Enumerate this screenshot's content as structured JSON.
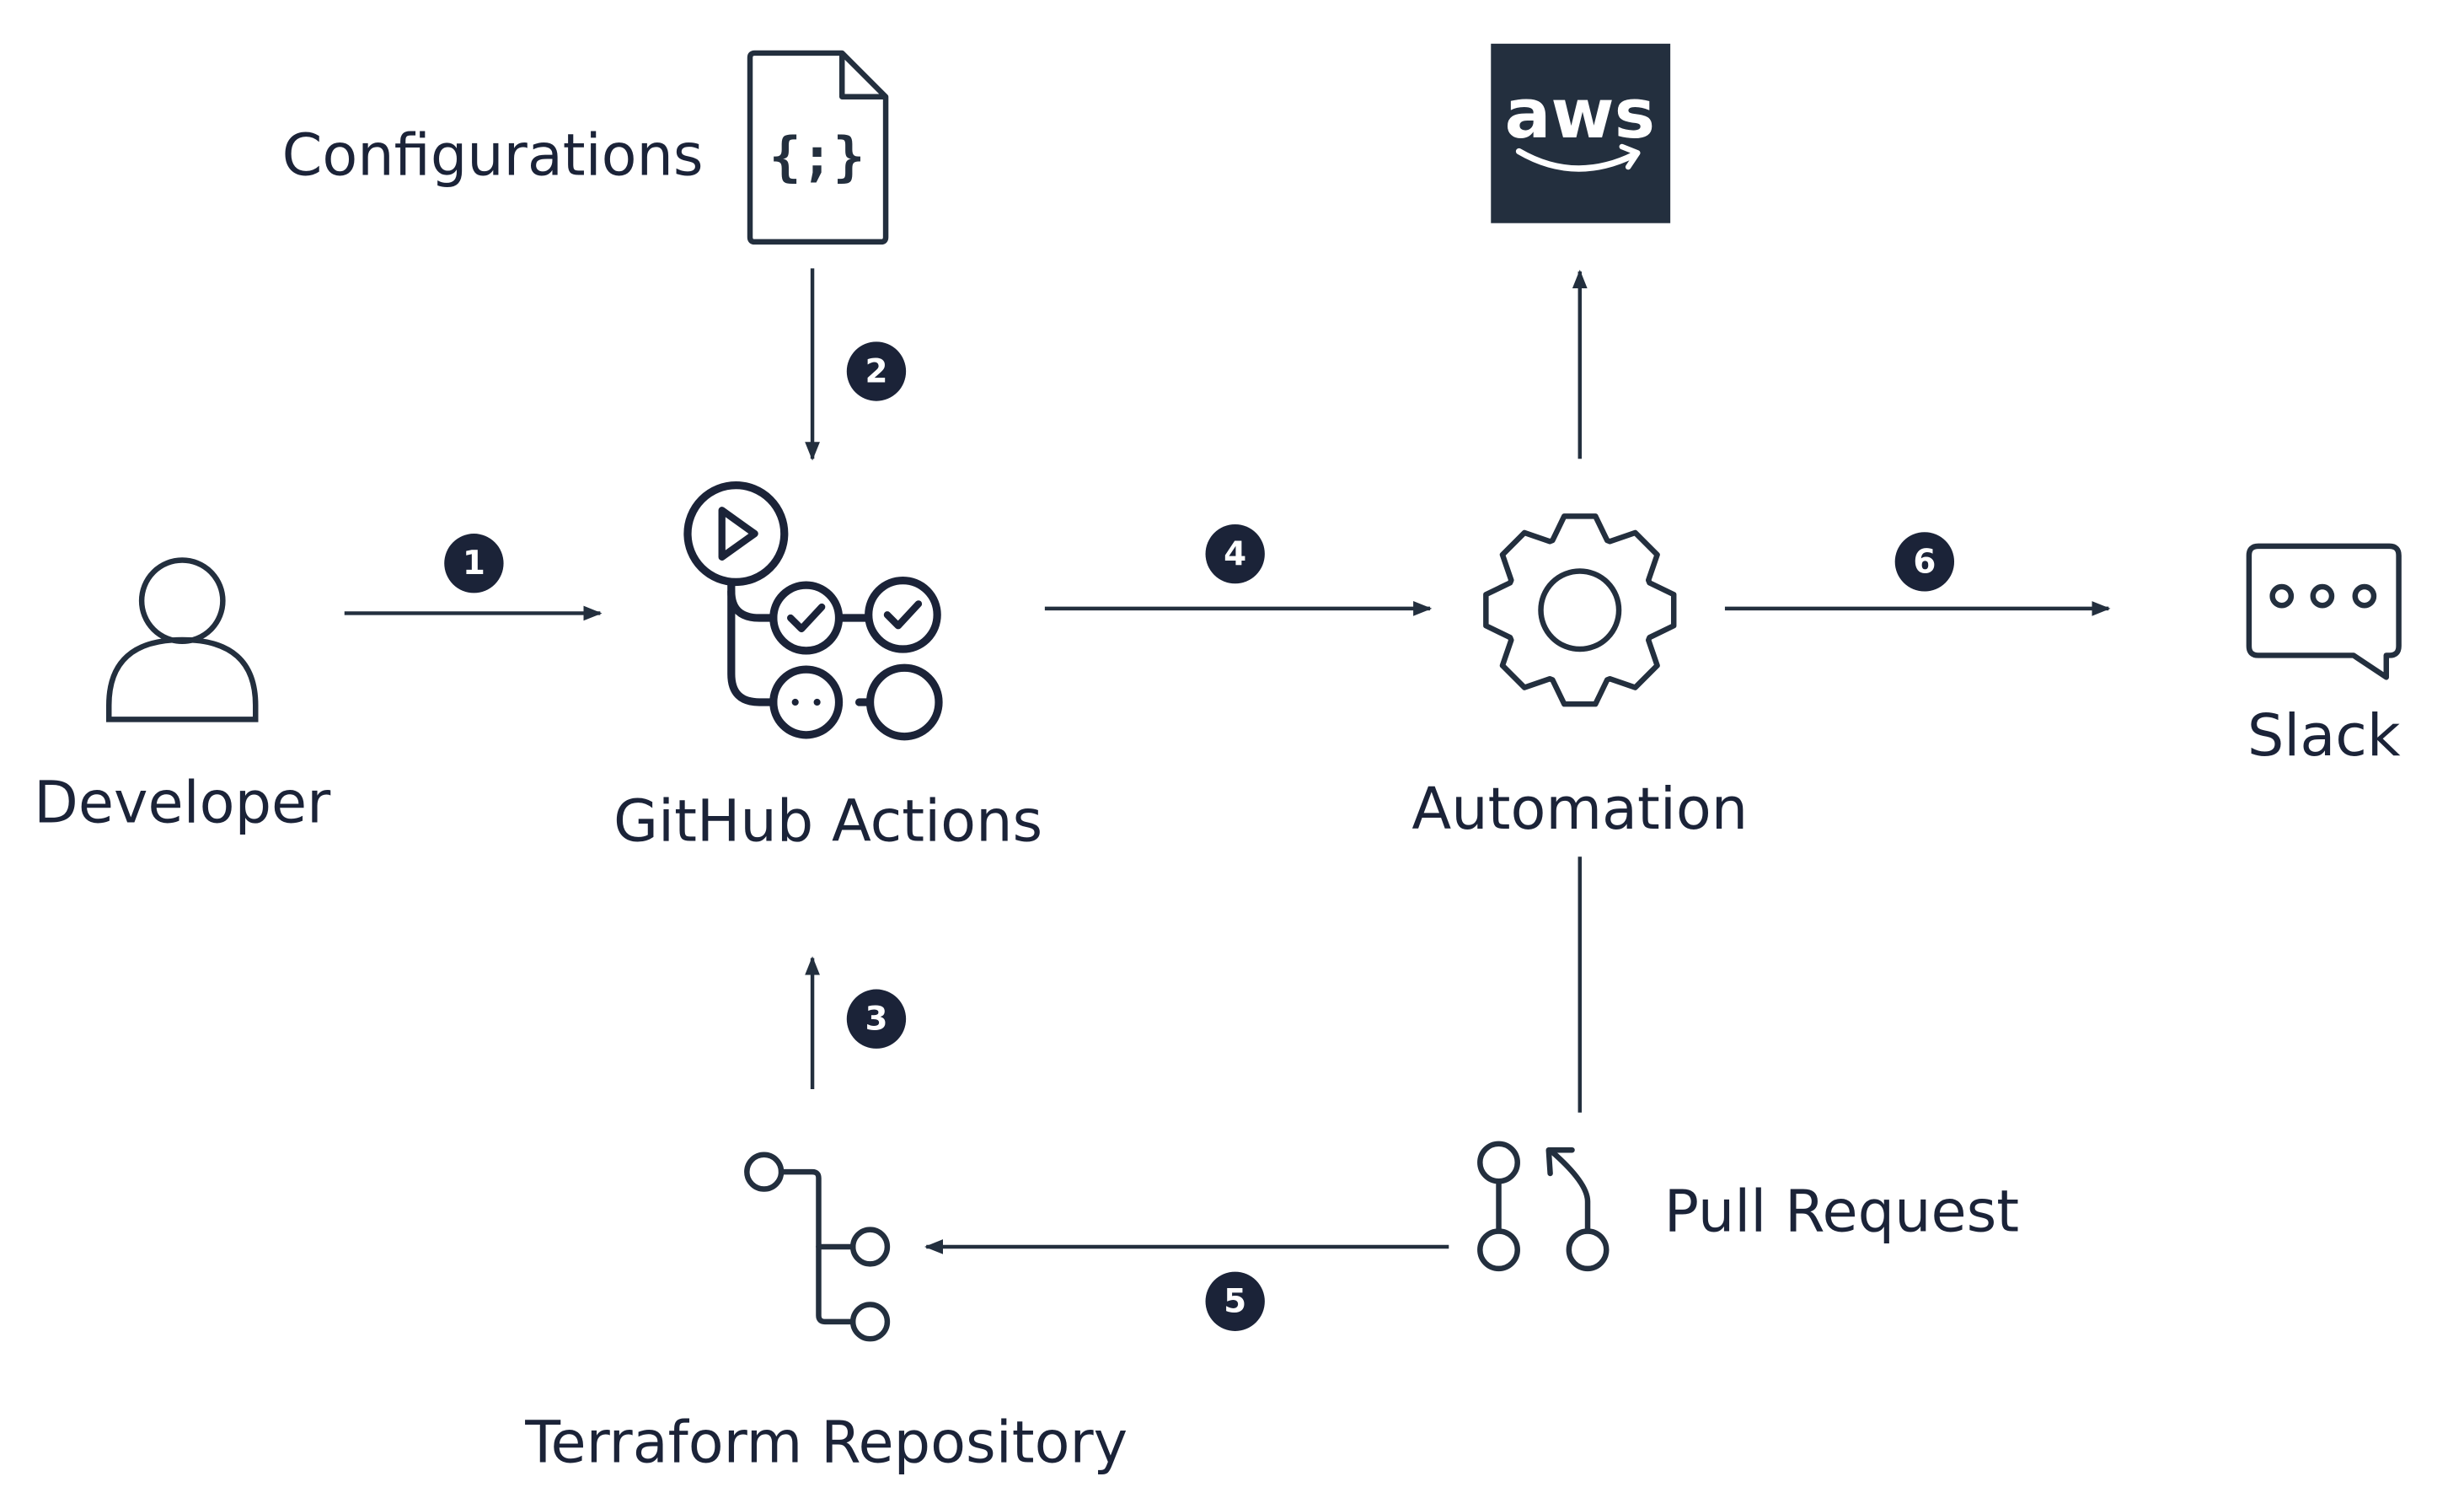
{
  "colors": {
    "ink": "#232f3e",
    "text": "#1b2338",
    "aws_tile": "#232f3e",
    "background": "#ffffff"
  },
  "nodes": {
    "configurations": {
      "label": "Configurations",
      "icon": "json-file-icon"
    },
    "aws": {
      "label": "aws",
      "icon": "aws-logo"
    },
    "developer": {
      "label": "Developer",
      "icon": "user-icon"
    },
    "github_actions": {
      "label": "GitHub Actions",
      "icon": "workflow-icon"
    },
    "automation": {
      "label": "Automation",
      "icon": "gear-icon"
    },
    "slack": {
      "label": "Slack",
      "icon": "chat-bubble-icon"
    },
    "terraform_repository": {
      "label": "Terraform Repository",
      "icon": "git-branch-icon"
    },
    "pull_request": {
      "label": "Pull Request",
      "icon": "pull-request-icon"
    }
  },
  "steps": [
    {
      "number": "1",
      "from": "developer",
      "to": "github_actions"
    },
    {
      "number": "2",
      "from": "configurations",
      "to": "github_actions"
    },
    {
      "number": "3",
      "from": "terraform_repository",
      "to": "github_actions"
    },
    {
      "number": "4",
      "from": "github_actions",
      "to": "automation"
    },
    {
      "number": "5",
      "from": "pull_request",
      "to": "terraform_repository"
    },
    {
      "number": "6",
      "from": "automation",
      "to": "slack"
    }
  ]
}
